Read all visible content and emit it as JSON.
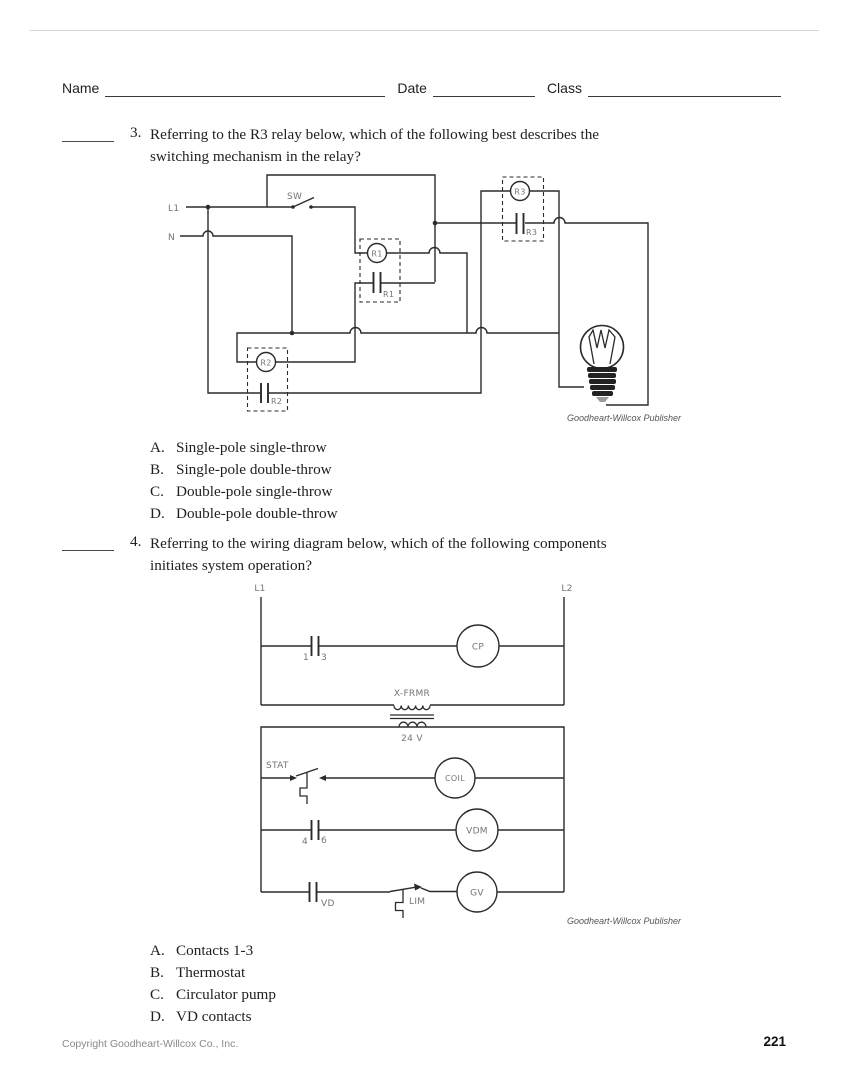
{
  "header": {
    "name_label": "Name",
    "date_label": "Date",
    "class_label": "Class"
  },
  "q3": {
    "number": "3.",
    "line1": "Referring to the R3 relay below, which of the following best describes the",
    "line2": "switching mechanism in the relay?",
    "options": [
      {
        "letter": "A.",
        "text": "Single-pole single-throw"
      },
      {
        "letter": "B.",
        "text": "Single-pole double-throw"
      },
      {
        "letter": "C.",
        "text": "Double-pole single-throw"
      },
      {
        "letter": "D.",
        "text": "Double-pole double-throw"
      }
    ],
    "credit": "Goodheart-Willcox Publisher"
  },
  "q4": {
    "number": "4.",
    "line1": "Referring to the wiring diagram below, which of the following components",
    "line2": "initiates system operation?",
    "options": [
      {
        "letter": "A.",
        "text": "Contacts 1-3"
      },
      {
        "letter": "B.",
        "text": "Thermostat"
      },
      {
        "letter": "C.",
        "text": "Circulator pump"
      },
      {
        "letter": "D.",
        "text": "VD contacts"
      }
    ],
    "credit": "Goodheart-Willcox Publisher"
  },
  "diagram1": {
    "labels": {
      "l1": "L1",
      "n": "N",
      "sw": "SW",
      "r1_coil": "R1",
      "r1_contact": "R1",
      "r2_coil": "R2",
      "r2_contact": "R2",
      "r3_coil": "R3",
      "r3_contact": "R3"
    }
  },
  "diagram2": {
    "labels": {
      "l1": "L1",
      "l2": "L2",
      "c1": "1",
      "c3": "3",
      "cp": "CP",
      "xfrmr": "X-FRMR",
      "v24": "24 V",
      "stat": "STAT",
      "coil": "COIL",
      "c4": "4",
      "c6": "6",
      "vdm": "VDM",
      "vd": "VD",
      "lim": "LIM",
      "gv": "GV"
    }
  },
  "footer": {
    "copyright": "Copyright Goodheart-Willcox Co., Inc.",
    "page_number": "221"
  }
}
